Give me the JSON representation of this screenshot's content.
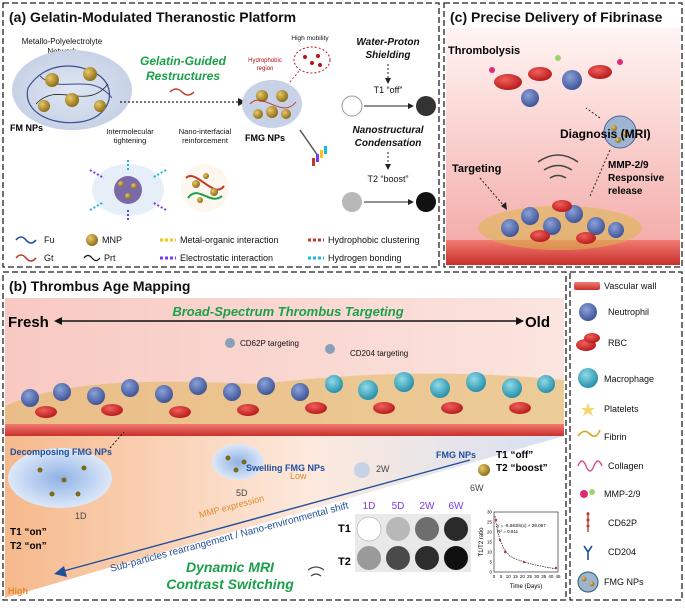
{
  "panel_a": {
    "title": "(a) Gelatin-Modulated Theranostic Platform",
    "network_label_1": "Metallo-Polyelectrolyte",
    "network_label_2": "Network",
    "fm_label": "FM NPs",
    "restructures_1": "Gelatin-Guided",
    "restructures_2": "Restructures",
    "high_mobility": "High mobility",
    "hydrophobic_region_1": "Hydrophobic",
    "hydrophobic_region_2": "region",
    "fmg_label": "FMG NPs",
    "tightening_1": "Intermolecular",
    "tightening_2": "tightening",
    "reinforcement_1": "Nano-interfacial",
    "reinforcement_2": "reinforcement",
    "shielding_1": "Water-Proton",
    "shielding_2": "Shielding",
    "t1_off": "T1 “off”",
    "condensation_1": "Nanostructural",
    "condensation_2": "Condensation",
    "t2_boost": "T2 “boost”",
    "legend": {
      "fu": "Fu",
      "gt": "Gt",
      "mnp": "MNP",
      "prt": "Prt",
      "metal": "Metal-organic interaction",
      "electro": "Electrostatic interaction",
      "hydrophobic": "Hydrophobic clustering",
      "hbond": "Hydrogen bonding"
    }
  },
  "panel_c": {
    "title": "(c) Precise Delivery of Fibrinase",
    "thrombolysis": "Thrombolysis",
    "diagnosis": "Diagnosis (MRI)",
    "targeting": "Targeting",
    "mmp_1": "MMP-2/9",
    "mmp_2": "Responsive",
    "mmp_3": "release"
  },
  "panel_b": {
    "title": "(b) Thrombus Age Mapping",
    "fresh": "Fresh",
    "old": "Old",
    "banner": "Broad-Spectrum Thrombus Targeting",
    "cd62p": "CD62P targeting",
    "cd204": "CD204 targeting",
    "decomposing": "Decomposing FMG NPs",
    "swelling": "Swelling FMG NPs",
    "fmg": "FMG NPs",
    "t_1d": "1D",
    "t_5d": "5D",
    "t_2w": "2W",
    "t_6w": "6W",
    "fresh_t1": "T1 “on”",
    "fresh_t2": "T2 “on”",
    "old_t1": "T1 “off”",
    "old_t2": "T2 “boost”",
    "low": "Low",
    "high": "High",
    "mmp_expr": "MMP expression",
    "rearrange": "Sub-particles rearrangement / Nano-environmental shift",
    "dyn_1": "Dynamic MRI",
    "dyn_2": "Contrast Switching",
    "grid_cols": [
      "1D",
      "5D",
      "2W",
      "6W"
    ],
    "grid_rows": [
      "T1",
      "T2"
    ],
    "t1_grays": [
      "#ffffff",
      "#b8b8b8",
      "#6e6e6e",
      "#2a2a2a"
    ],
    "t2_grays": [
      "#9a9a9a",
      "#4a4a4a",
      "#2d2d2d",
      "#101010"
    ]
  },
  "inset_plot": {
    "equation": "y = -6.863ln(x) + 29.067",
    "r2": "R² = 0.911",
    "ylabel": "T1/T2 ratio",
    "xlabel": "Time (Days)",
    "yticks": [
      "0",
      "5",
      "10",
      "15",
      "20",
      "25",
      "30"
    ],
    "xticks": [
      "0",
      "5",
      "10",
      "15",
      "20",
      "25",
      "30",
      "35",
      "40",
      "45"
    ]
  },
  "legend_right": {
    "items": [
      "Vascular wall",
      "Neutrophil",
      "RBC",
      "Macrophage",
      "Platelets",
      "Fibrin",
      "Collagen",
      "MMP-2/9",
      "CD62P",
      "CD204",
      "FMG NPs"
    ]
  }
}
